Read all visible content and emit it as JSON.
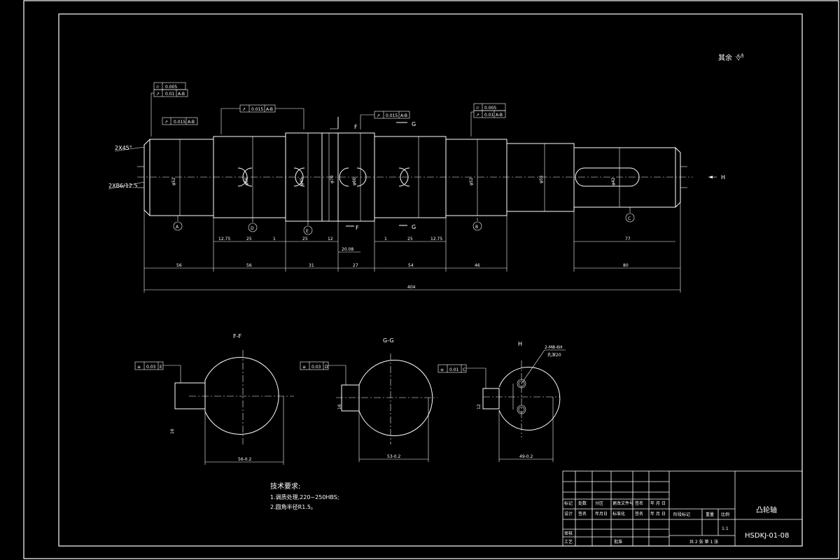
{
  "roughness_note": "其余 ",
  "roughness_value": "6.3",
  "shaft": {
    "chamfer_label": "2X45°",
    "center_hole_label": "2XB6/12.5",
    "view_arrow_label": "H",
    "datums": [
      "A",
      "D",
      "E",
      "F",
      "G",
      "B",
      "C"
    ],
    "section_marks": [
      "F",
      "G",
      "F",
      "G"
    ],
    "diameters": [
      "φ52",
      "φ60",
      "φ45",
      "φ70",
      "φ60",
      "φ52",
      "φ55",
      "φ42"
    ],
    "tolerance_frames": [
      {
        "symbol": "↗",
        "value": "0.015",
        "datum": "A-B"
      },
      {
        "symbol": "⌭",
        "value": "0.005",
        "datum": ""
      },
      {
        "symbol": "↗",
        "value": "0.01",
        "datum": "A-B"
      },
      {
        "symbol": "↗",
        "value": "0.015",
        "datum": "A-B"
      },
      {
        "symbol": "↗",
        "value": "0.015",
        "datum": "A-B"
      },
      {
        "symbol": "⌭",
        "value": "0.005",
        "datum": ""
      },
      {
        "symbol": "↗",
        "value": "0.01",
        "datum": "A-B"
      }
    ],
    "key_dims": [
      "12.75",
      "25",
      "1",
      "25",
      "12",
      "20.08",
      "1",
      "25",
      "12.75",
      "77"
    ],
    "segment_dims": [
      "56",
      "56",
      "31",
      "27",
      "54",
      "46",
      "80"
    ],
    "total_length": "404"
  },
  "sections": [
    {
      "title": "F-F",
      "tolerance_value": "0.03",
      "tolerance_datum": "E",
      "width_dim": "16",
      "depth_dim": "56-0.2"
    },
    {
      "title": "G-G",
      "tolerance_value": "0.03",
      "tolerance_datum": "D",
      "width_dim": "16",
      "depth_dim": "53-0.2"
    },
    {
      "title": "H",
      "tolerance_value": "0.01",
      "tolerance_datum": "C",
      "width_dim": "12",
      "depth_dim": "49-0.2",
      "hole_note": "2-M8-6H",
      "hole_depth": "孔深20"
    }
  ],
  "tech_requirements": {
    "heading": "技术要求:",
    "items": [
      "1.调质处理,220~250HBS;",
      "2.圆角半径R1.5。"
    ]
  },
  "title_block": {
    "part_name": "凸轮轴",
    "drawing_number": "HSDKJ-01-08",
    "scale": "1:1",
    "sheet_info": "共 2 张 第 1 张",
    "header_cells": [
      "标记",
      "处数",
      "分区",
      "更改文件号",
      "签名",
      "年 月 日"
    ],
    "row_design": [
      "设计",
      "签名",
      "年月日",
      "标准化",
      "签名",
      "年 月 日"
    ],
    "stage_label": "阶段标记",
    "weight_label": "重量",
    "scale_label": "比例",
    "review_label": "审核",
    "process_label": "工艺",
    "approve_label": "批准"
  }
}
